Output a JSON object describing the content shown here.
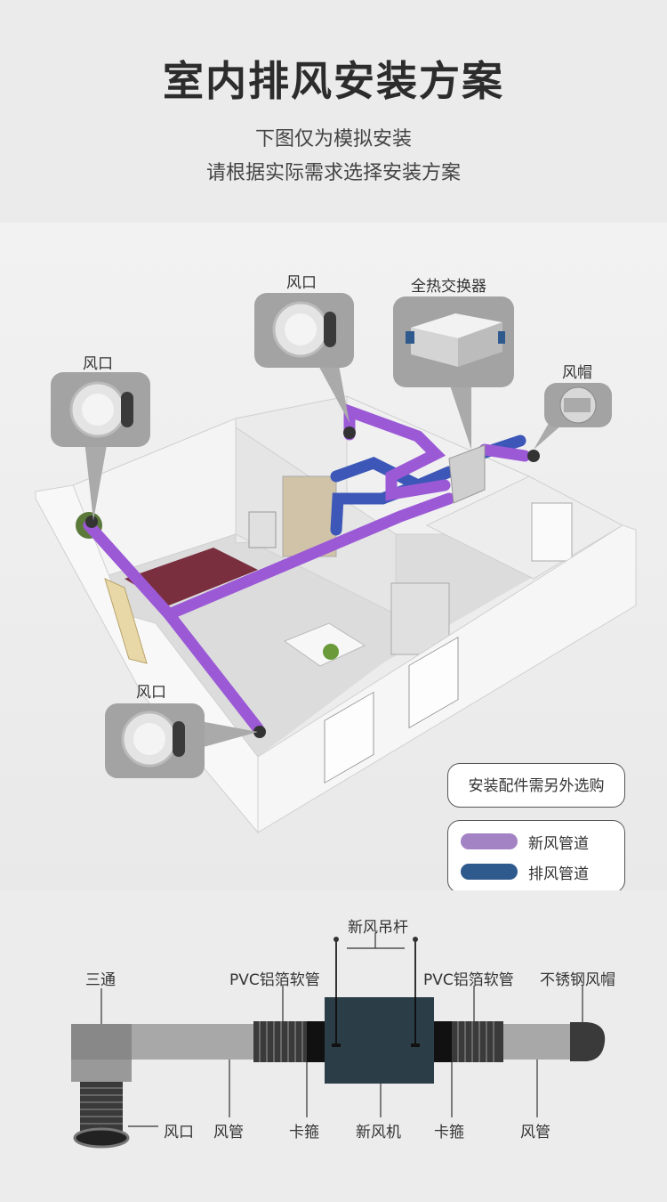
{
  "header": {
    "title": "室内排风安装方案",
    "subtitle1": "下图仅为模拟安装",
    "subtitle2": "请根据实际需求选择安装方案"
  },
  "callouts": {
    "vent_left": "风口",
    "vent_top": "风口",
    "exchanger": "全热交换器",
    "hood": "风帽",
    "vent_bottom": "风口"
  },
  "note": "安装配件需另外选购",
  "legend": [
    {
      "label": "新风管道",
      "color": "#a383c4"
    },
    {
      "label": "排风管道",
      "color": "#2f5a8d"
    }
  ],
  "schematic": {
    "rod": "新风吊杆",
    "tee": "三通",
    "pvc_left": "PVC铝箔软管",
    "pvc_right": "PVC铝箔软管",
    "hood": "不锈钢风帽",
    "vent": "风口",
    "duct_left": "风管",
    "clamp_left": "卡箍",
    "unit": "新风机",
    "clamp_right": "卡箍",
    "duct_right": "风管"
  },
  "colors": {
    "fresh_pipe": "#9b59d6",
    "exhaust_pipe": "#3d57b8",
    "unit": "#2b3d47"
  }
}
